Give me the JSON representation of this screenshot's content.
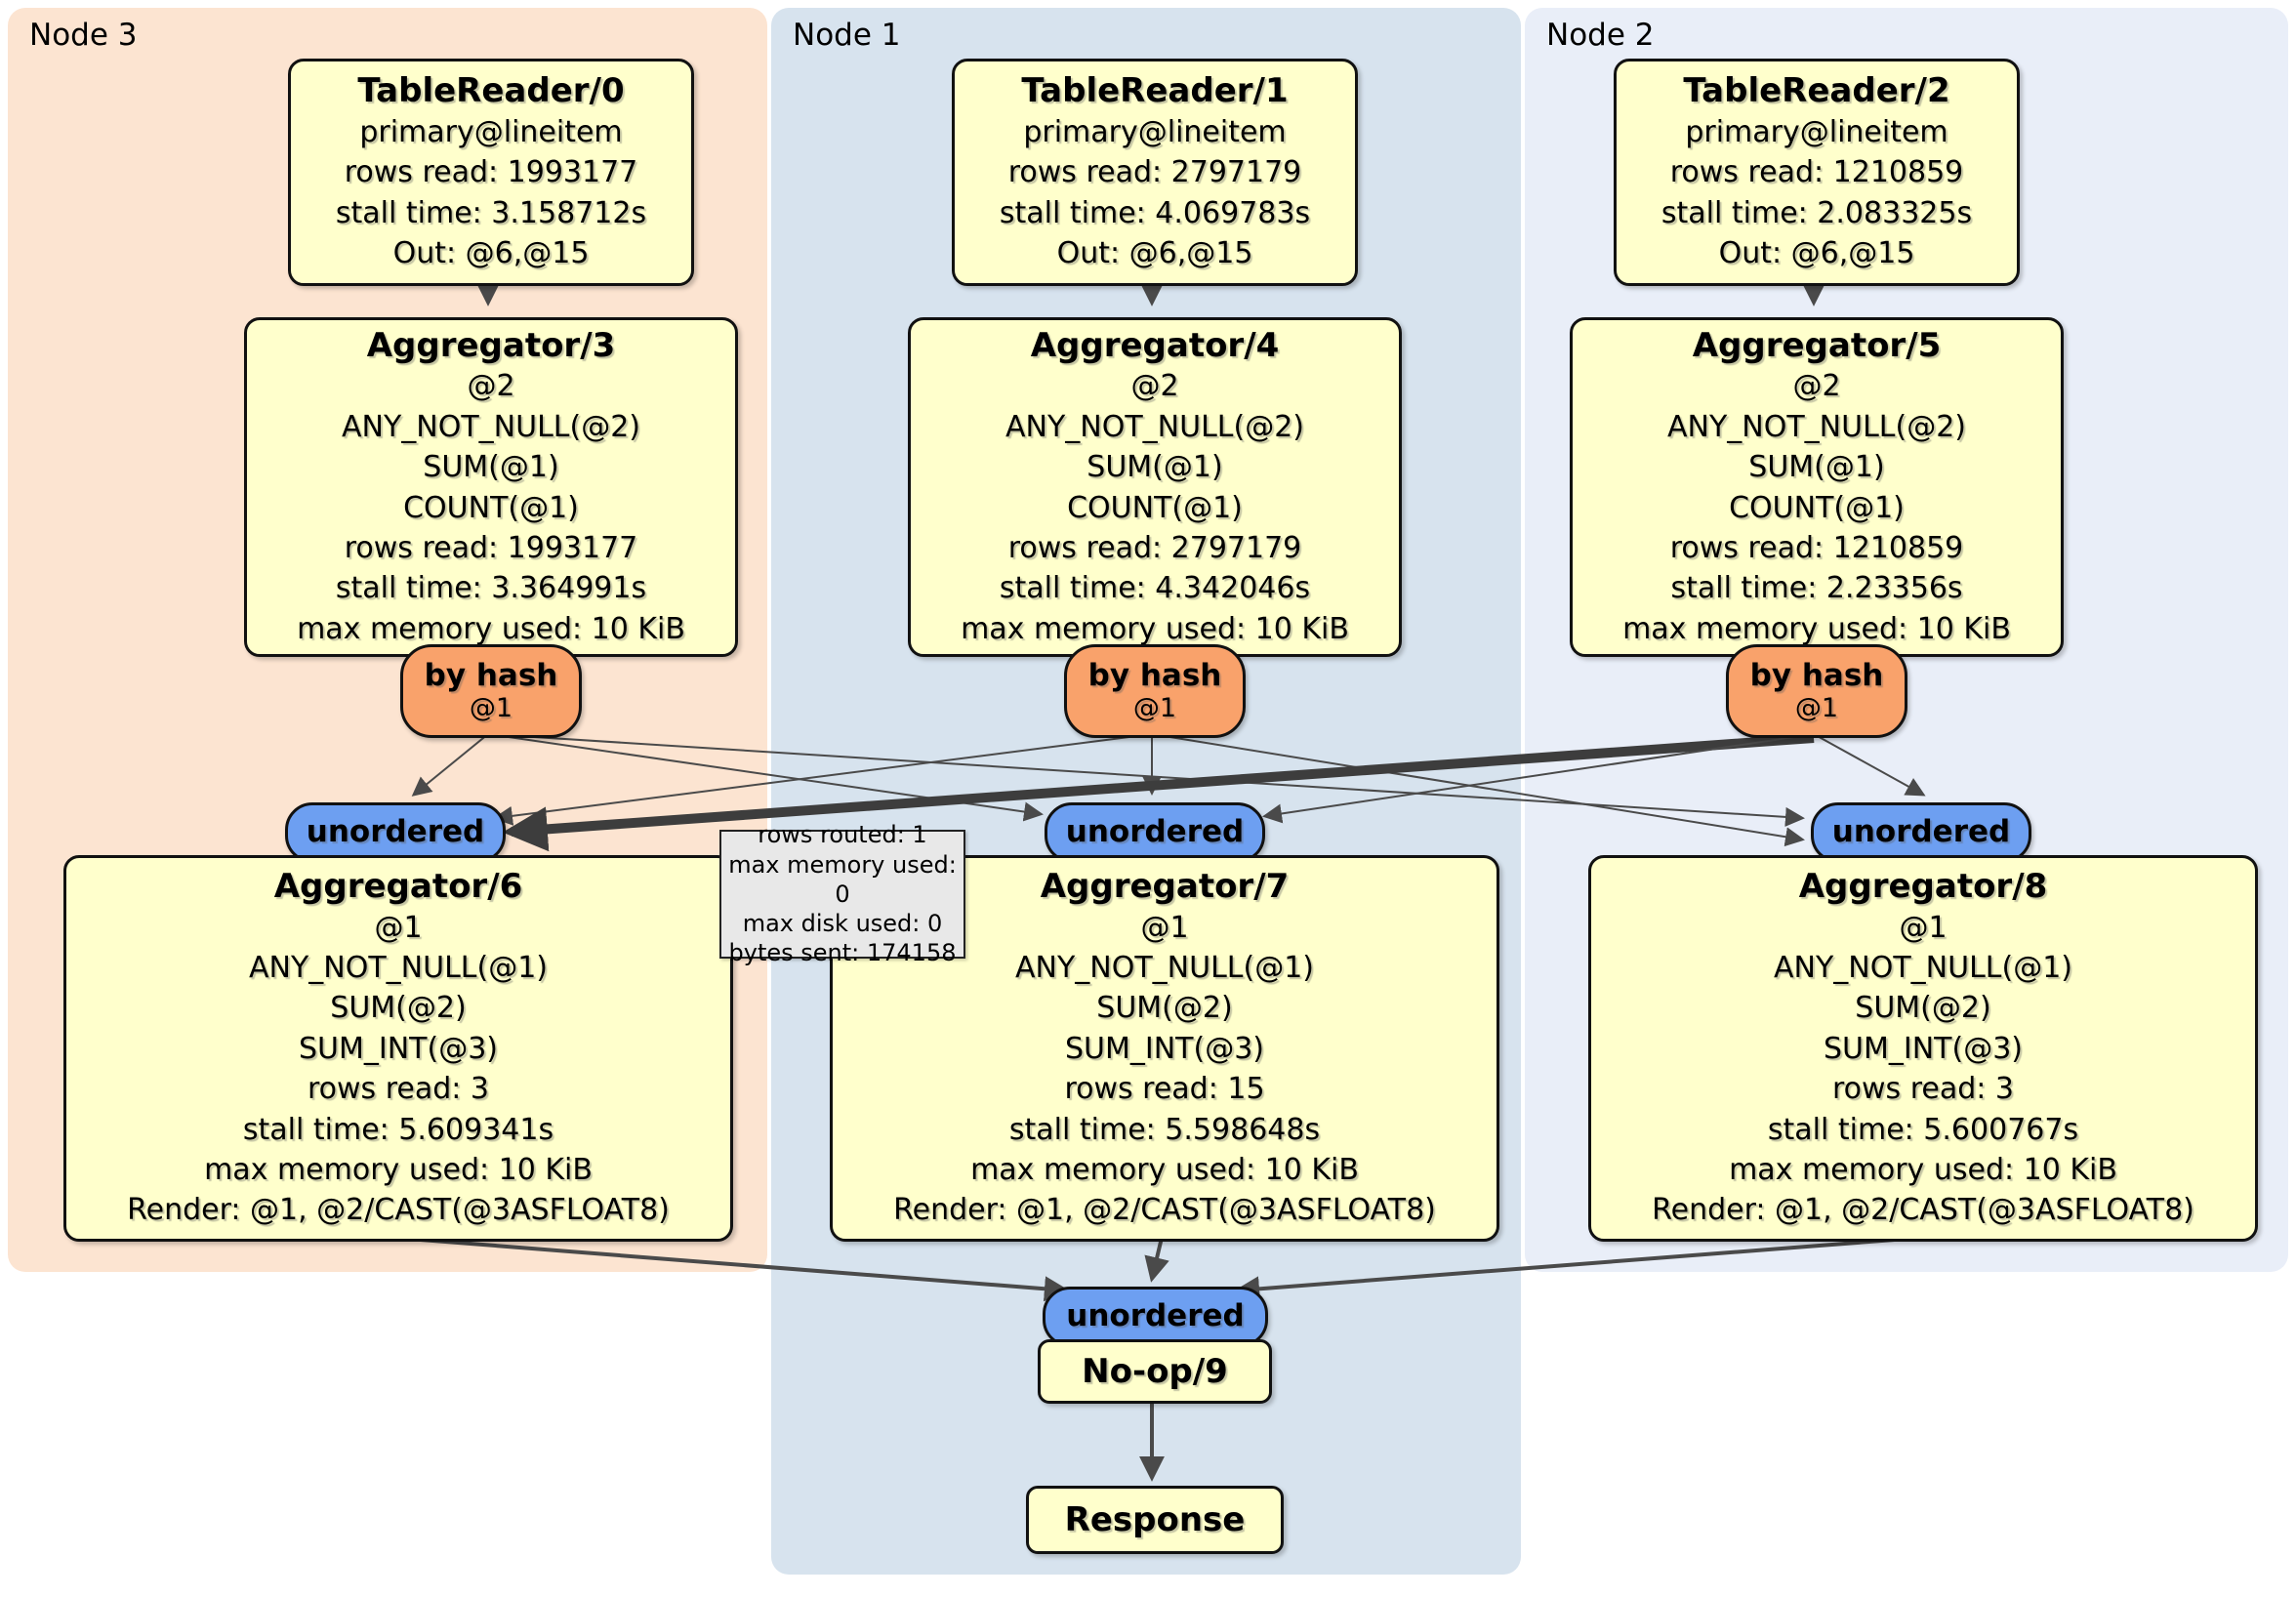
{
  "regions": {
    "node3": {
      "label": "Node 3",
      "color": "#fce4d1"
    },
    "node1": {
      "label": "Node 1",
      "color": "#d7e3ee"
    },
    "node2": {
      "label": "Node 2",
      "color": "#e9eef8"
    }
  },
  "processors": {
    "tr0": {
      "title": "TableReader/0",
      "lines": [
        "primary@lineitem",
        "rows read: 1993177",
        "stall time: 3.158712s",
        "Out: @6,@15"
      ]
    },
    "tr1": {
      "title": "TableReader/1",
      "lines": [
        "primary@lineitem",
        "rows read: 2797179",
        "stall time: 4.069783s",
        "Out: @6,@15"
      ]
    },
    "tr2": {
      "title": "TableReader/2",
      "lines": [
        "primary@lineitem",
        "rows read: 1210859",
        "stall time: 2.083325s",
        "Out: @6,@15"
      ]
    },
    "agg3": {
      "title": "Aggregator/3",
      "lines": [
        "@2",
        "ANY_NOT_NULL(@2)",
        "SUM(@1)",
        "COUNT(@1)",
        "rows read: 1993177",
        "stall time: 3.364991s",
        "max memory used: 10 KiB"
      ]
    },
    "agg4": {
      "title": "Aggregator/4",
      "lines": [
        "@2",
        "ANY_NOT_NULL(@2)",
        "SUM(@1)",
        "COUNT(@1)",
        "rows read: 2797179",
        "stall time: 4.342046s",
        "max memory used: 10 KiB"
      ]
    },
    "agg5": {
      "title": "Aggregator/5",
      "lines": [
        "@2",
        "ANY_NOT_NULL(@2)",
        "SUM(@1)",
        "COUNT(@1)",
        "rows read: 1210859",
        "stall time: 2.23356s",
        "max memory used: 10 KiB"
      ]
    },
    "agg6": {
      "title": "Aggregator/6",
      "lines": [
        "@1",
        "ANY_NOT_NULL(@1)",
        "SUM(@2)",
        "SUM_INT(@3)",
        "rows read: 3",
        "stall time: 5.609341s",
        "max memory used: 10 KiB",
        "Render: @1, @2/CAST(@3ASFLOAT8)"
      ]
    },
    "agg7": {
      "title": "Aggregator/7",
      "lines": [
        "@1",
        "ANY_NOT_NULL(@1)",
        "SUM(@2)",
        "SUM_INT(@3)",
        "rows read: 15",
        "stall time: 5.598648s",
        "max memory used: 10 KiB",
        "Render: @1, @2/CAST(@3ASFLOAT8)"
      ]
    },
    "agg8": {
      "title": "Aggregator/8",
      "lines": [
        "@1",
        "ANY_NOT_NULL(@1)",
        "SUM(@2)",
        "SUM_INT(@3)",
        "rows read: 3",
        "stall time: 5.600767s",
        "max memory used: 10 KiB",
        "Render: @1, @2/CAST(@3ASFLOAT8)"
      ]
    },
    "noop": {
      "title": "No-op/9"
    },
    "response": {
      "title": "Response"
    }
  },
  "routers": {
    "r3": {
      "label": "by hash",
      "detail": "@1"
    },
    "r4": {
      "label": "by hash",
      "detail": "@1"
    },
    "r5": {
      "label": "by hash",
      "detail": "@1"
    }
  },
  "syncs": {
    "u6": {
      "label": "unordered"
    },
    "u7": {
      "label": "unordered"
    },
    "u8": {
      "label": "unordered"
    },
    "u9": {
      "label": "unordered"
    }
  },
  "tooltip": {
    "lines": [
      "rows routed: 1",
      "max memory used: 0",
      "max disk used: 0",
      "bytes sent: 174158"
    ]
  },
  "colors": {
    "processor_fill": "#ffffcc",
    "router_fill": "#f9a26b",
    "sync_fill": "#6d9ff1",
    "edge": "#4a4a4a",
    "tooltip_fill": "#e8e8e8"
  }
}
